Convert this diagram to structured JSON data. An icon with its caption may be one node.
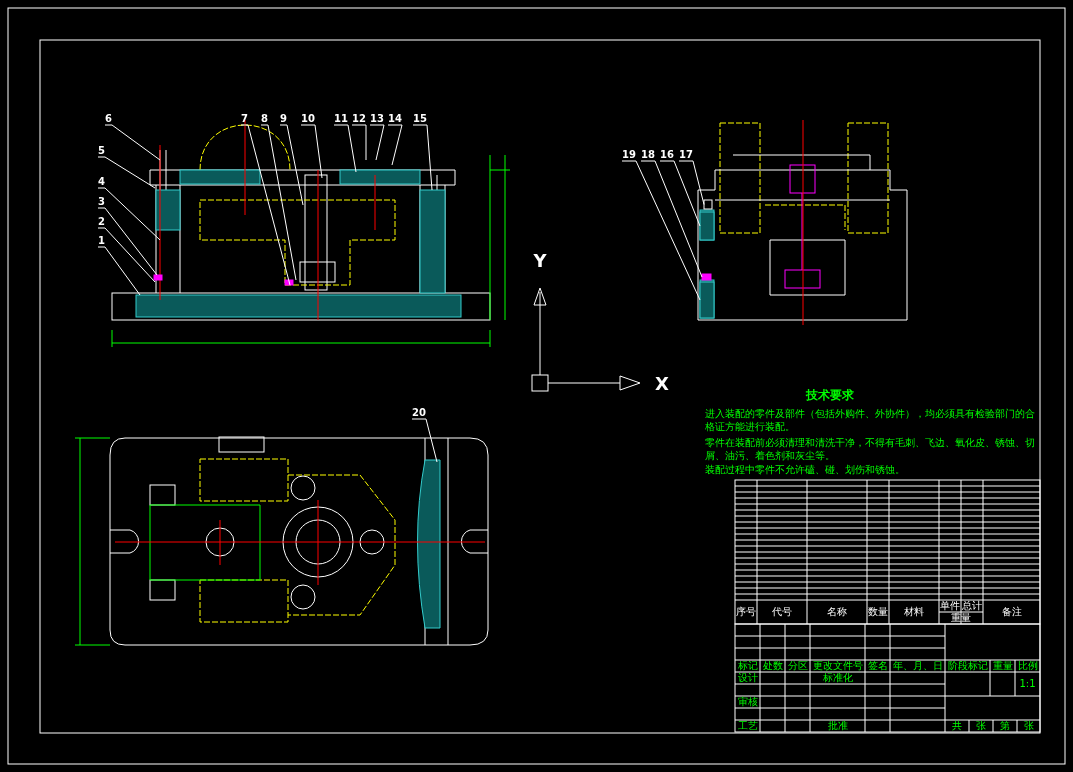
{
  "diagram": {
    "nodes": [
      {
        "text": [
          "6"
        ]
      },
      {
        "text": [
          "5"
        ]
      },
      {
        "text": [
          "4"
        ]
      },
      {
        "text": [
          "3"
        ]
      },
      {
        "text": [
          "2"
        ]
      },
      {
        "text": [
          "1"
        ]
      },
      {
        "text": [
          "7"
        ]
      },
      {
        "text": [
          "8"
        ]
      },
      {
        "text": [
          "9"
        ]
      },
      {
        "text": [
          "10"
        ]
      },
      {
        "text": [
          "11"
        ]
      },
      {
        "text": [
          "12"
        ]
      },
      {
        "text": [
          "13"
        ]
      },
      {
        "text": [
          "14"
        ]
      },
      {
        "text": [
          "15"
        ]
      },
      {
        "text": [
          "19"
        ]
      },
      {
        "text": [
          "18"
        ]
      },
      {
        "text": [
          "16"
        ]
      },
      {
        "text": [
          "17"
        ]
      },
      {
        "text": [
          "20"
        ]
      },
      {
        "text": [],
        "shape": "box"
      },
      {
        "text": [],
        "shape": "box"
      },
      {
        "text": [],
        "shape": "box"
      },
      {
        "text": [],
        "shape": "box"
      }
    ],
    "edges": [
      {
        "from": 0,
        "to": null,
        "arrow": "none"
      },
      {
        "from": 1,
        "to": null,
        "arrow": "none"
      },
      {
        "from": 2,
        "to": null,
        "arrow": "none"
      },
      {
        "from": 3,
        "to": null,
        "arrow": "none"
      },
      {
        "from": 4,
        "to": null,
        "arrow": "none"
      },
      {
        "from": 5,
        "to": null,
        "arrow": "none"
      },
      {
        "from": 6,
        "to": null,
        "arrow": "none"
      },
      {
        "from": 7,
        "to": null,
        "arrow": "none"
      },
      {
        "from": 8,
        "to": null,
        "arrow": "none"
      },
      {
        "from": 9,
        "to": null,
        "arrow": "none"
      },
      {
        "from": 10,
        "to": null,
        "arrow": "none"
      },
      {
        "from": 11,
        "to": null,
        "arrow": "none"
      },
      {
        "from": 12,
        "to": null,
        "arrow": "none"
      },
      {
        "from": 13,
        "to": null,
        "arrow": "none"
      },
      {
        "from": 14,
        "to": null,
        "arrow": "none"
      },
      {
        "from": 15,
        "to": 23,
        "arrow": "none"
      },
      {
        "from": 16,
        "to": 22,
        "arrow": "none"
      },
      {
        "from": 17,
        "to": 21,
        "arrow": "none"
      },
      {
        "from": 18,
        "to": 20,
        "arrow": "none"
      },
      {
        "from": 19,
        "to": null,
        "arrow": "none"
      }
    ],
    "labels": [
      "Y",
      "X",
      "技术要求",
      "进入装配的零件及部件（包括外购件、外协件），均必须具有检验部门的合格证方能进行装配。",
      "零件在装配前必须清理和清洗干净，不得有毛刺、飞边、氧化皮、锈蚀、切屑、油污、着色剂和灰尘等。",
      "装配过程中零件不允许磕、碰、划伤和锈蚀。",
      "序号",
      "代号",
      "名称",
      "数量",
      "材料",
      "单件",
      "总计",
      "备注",
      "重量",
      "标记",
      "处数",
      "分区",
      "更改文件号",
      "签名",
      "年、月、日",
      "阶段标记",
      "重量",
      "比例",
      "设计",
      "标准化",
      "1:1",
      "审核",
      "工艺",
      "批准",
      "共",
      "张",
      "第",
      "张"
    ]
  }
}
